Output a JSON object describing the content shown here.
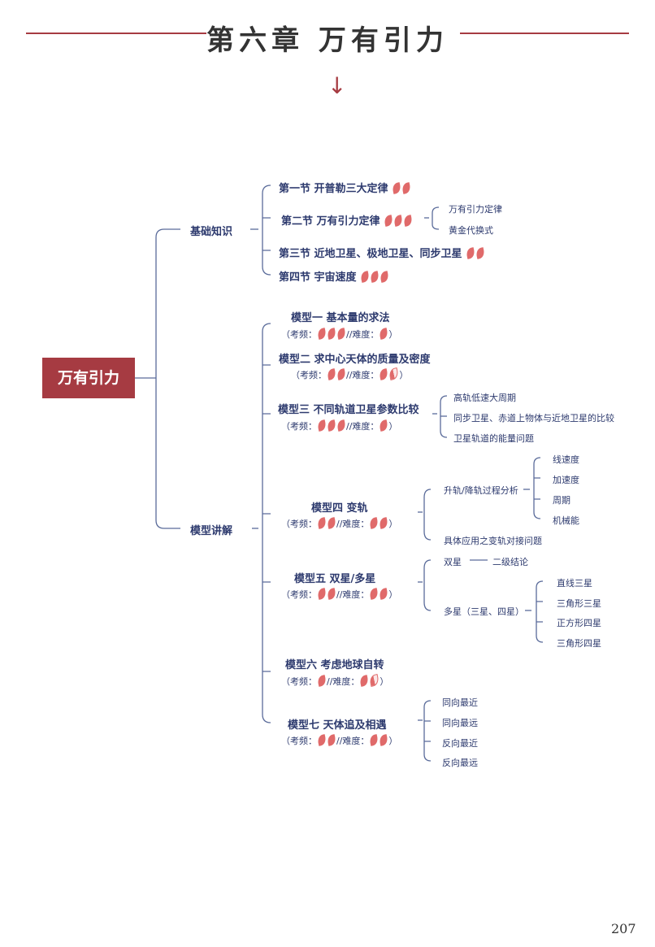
{
  "chapter_title": "第六章  万有引力",
  "root": "万有引力",
  "page_number": "207",
  "branches": {
    "basics": {
      "label": "基础知识",
      "items": [
        "第一节 开普勒三大定律",
        "第二节 万有引力定律",
        "第三节 近地卫星、极地卫星、同步卫星",
        "第四节 宇宙速度"
      ],
      "item2_children": [
        "万有引力定律",
        "黄金代换式"
      ]
    },
    "models": {
      "label": "模型讲解",
      "m1": {
        "title": "模型一 基本量的求法"
      },
      "m2": {
        "title": "模型二 求中心天体的质量及密度"
      },
      "m3": {
        "title": "模型三 不同轨道卫星参数比较",
        "children": [
          "高轨低速大周期",
          "同步卫星、赤道上物体与近地卫星的比较",
          "卫星轨道的能量问题"
        ]
      },
      "m4": {
        "title": "模型四 变轨",
        "child1": "升轨/降轨过程分析",
        "child1_children": [
          "线速度",
          "加速度",
          "周期",
          "机械能"
        ],
        "child2": "具体应用之变轨对接问题"
      },
      "m5": {
        "title": "模型五 双星/多星",
        "double": "双星",
        "double_child": "二级结论",
        "multi": "多星（三星、四星）",
        "multi_children": [
          "直线三星",
          "三角形三星",
          "正方形四星",
          "三角形四星"
        ]
      },
      "m6": {
        "title": "模型六 考虑地球自转"
      },
      "m7": {
        "title": "模型七 天体追及相遇",
        "children": [
          "同向最近",
          "同向最远",
          "反向最近",
          "反向最远"
        ]
      }
    }
  },
  "freq_labels": {
    "open": "（考频：",
    "sep": "//难度：",
    "close": "）"
  },
  "ratings": {
    "basics": [
      2,
      3,
      2,
      3
    ],
    "m1": {
      "freq": 3,
      "diff": 1
    },
    "m2": {
      "freq": 2,
      "diff": 1.5
    },
    "m3": {
      "freq": 3,
      "diff": 1
    },
    "m4": {
      "freq": 2,
      "diff": 2
    },
    "m5": {
      "freq": 2,
      "diff": 2
    },
    "m6": {
      "freq": 1,
      "diff": 1.5
    },
    "m7": {
      "freq": 2,
      "diff": 2
    }
  },
  "colors": {
    "accent": "#a63b42",
    "text": "#2d3a6e",
    "leaf": "#e06a6a",
    "line": "#5a6b9a"
  }
}
